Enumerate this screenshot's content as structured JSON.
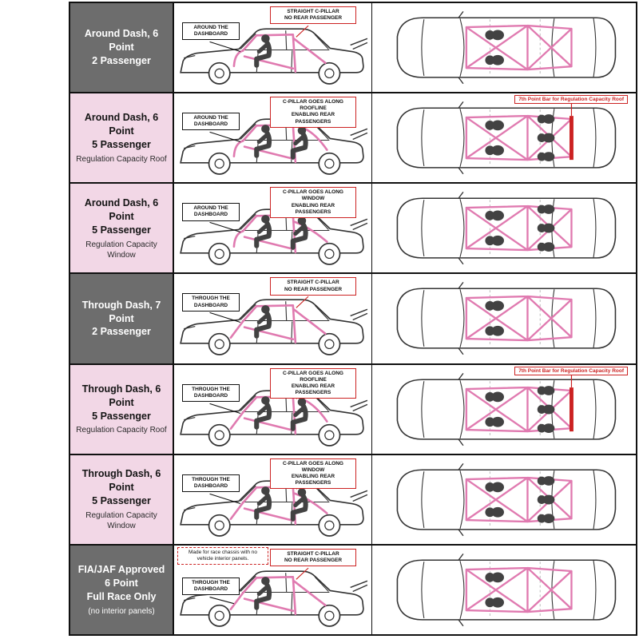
{
  "colors": {
    "cage": "#e07ab0",
    "figure": "#424242",
    "red": "#cc2222",
    "line": "#333333",
    "dark_row_bg": "#6d6d6d",
    "pink_row_bg": "#f2d7e6"
  },
  "rows": [
    {
      "theme": "dark",
      "label": {
        "line1": "Around Dash, 6 Point",
        "line2": "2 Passenger",
        "line3": "",
        "subtitle": ""
      },
      "side": {
        "dash_label": "AROUND THE\nDASHBOARD",
        "pillar_label": "STRAIGHT C-PILLAR\nNO REAR PASSENGER"
      },
      "top_note": "",
      "race_note": "",
      "config": {
        "dash": "around",
        "pillar": "straight",
        "rear": false,
        "seventh": false,
        "race": false
      }
    },
    {
      "theme": "pink",
      "label": {
        "line1": "Around Dash, 6 Point",
        "line2": "5 Passenger",
        "line3": "",
        "subtitle": "Regulation Capacity Roof"
      },
      "side": {
        "dash_label": "AROUND THE\nDASHBOARD",
        "pillar_label": "C-PILLAR GOES ALONG ROOFLINE\nENABLING REAR PASSENGERS"
      },
      "top_note": "7th Point Bar for Regulation Capacity Roof",
      "race_note": "",
      "config": {
        "dash": "around",
        "pillar": "roofline",
        "rear": true,
        "seventh": true,
        "race": false
      }
    },
    {
      "theme": "pink",
      "label": {
        "line1": "Around Dash, 6 Point",
        "line2": "5 Passenger",
        "line3": "",
        "subtitle": "Regulation Capacity Window"
      },
      "side": {
        "dash_label": "AROUND THE\nDASHBOARD",
        "pillar_label": "C-PILLAR GOES ALONG WINDOW\nENABLING REAR PASSENGERS"
      },
      "top_note": "",
      "race_note": "",
      "config": {
        "dash": "around",
        "pillar": "window",
        "rear": true,
        "seventh": false,
        "race": false
      }
    },
    {
      "theme": "dark",
      "label": {
        "line1": "Through Dash, 7 Point",
        "line2": "2 Passenger",
        "line3": "",
        "subtitle": ""
      },
      "side": {
        "dash_label": "THROUGH THE\nDASHBOARD",
        "pillar_label": "STRAIGHT C-PILLAR\nNO REAR PASSENGER"
      },
      "top_note": "",
      "race_note": "",
      "config": {
        "dash": "through",
        "pillar": "straight",
        "rear": false,
        "seventh": false,
        "race": false
      }
    },
    {
      "theme": "pink",
      "label": {
        "line1": "Through Dash, 6 Point",
        "line2": "5 Passenger",
        "line3": "",
        "subtitle": "Regulation Capacity Roof"
      },
      "side": {
        "dash_label": "THROUGH THE\nDASHBOARD",
        "pillar_label": "C-PILLAR GOES ALONG ROOFLINE\nENABLING REAR PASSENGERS"
      },
      "top_note": "7th Point Bar for Regulation Capacity Roof",
      "race_note": "",
      "config": {
        "dash": "through",
        "pillar": "roofline",
        "rear": true,
        "seventh": true,
        "race": false
      }
    },
    {
      "theme": "pink",
      "label": {
        "line1": "Through Dash, 6 Point",
        "line2": "5 Passenger",
        "line3": "",
        "subtitle": "Regulation Capacity Window"
      },
      "side": {
        "dash_label": "THROUGH THE\nDASHBOARD",
        "pillar_label": "C-PILLAR GOES ALONG WINDOW\nENABLING REAR PASSENGERS"
      },
      "top_note": "",
      "race_note": "",
      "config": {
        "dash": "through",
        "pillar": "window",
        "rear": true,
        "seventh": false,
        "race": false
      }
    },
    {
      "theme": "dark",
      "label": {
        "line1": "FIA/JAF Approved",
        "line2": "6 Point",
        "line3": "Full Race Only",
        "subtitle": "(no interior panels)"
      },
      "side": {
        "dash_label": "THROUGH THE\nDASHBOARD",
        "pillar_label": "STRAIGHT C-PILLAR\nNO REAR PASSENGER"
      },
      "top_note": "",
      "race_note": "Made for race chassis with no\nvehicle interior panels.",
      "config": {
        "dash": "through",
        "pillar": "straight",
        "rear": false,
        "seventh": false,
        "race": true
      }
    }
  ]
}
